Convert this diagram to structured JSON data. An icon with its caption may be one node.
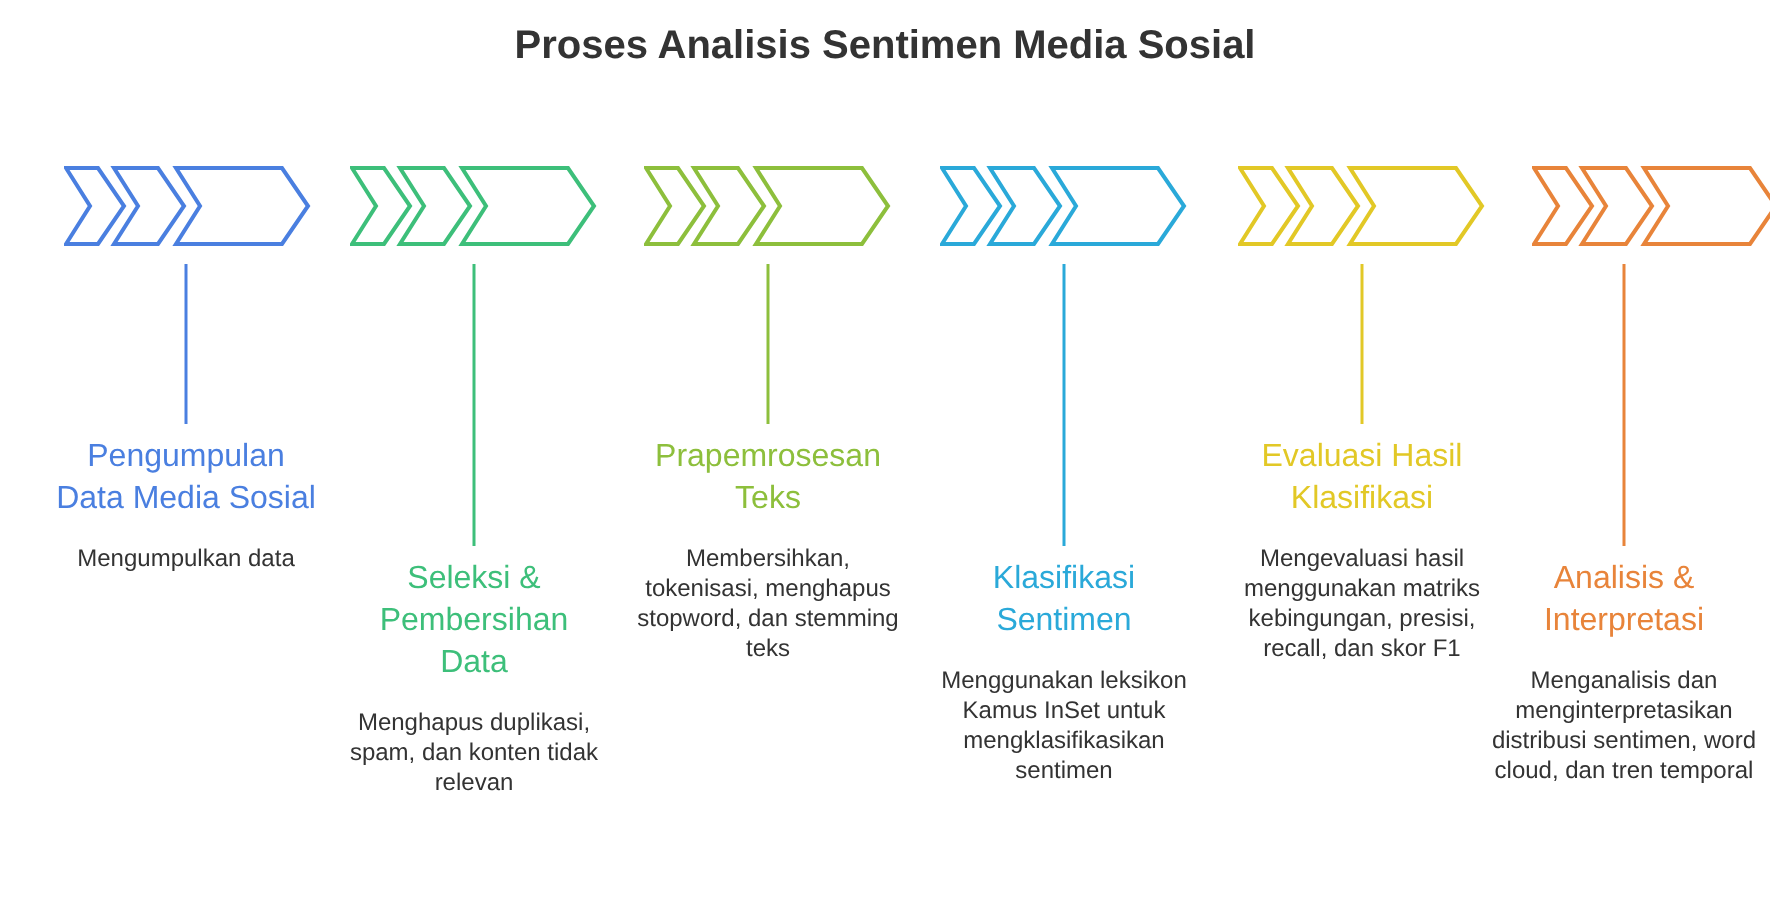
{
  "diagram": {
    "title": "Proses Analisis Sentimen Media Sosial",
    "nodes": [
      {
        "text": [],
        "shape": "arrow"
      },
      {
        "text": [
          "Pengumpulan Data Media Sosial",
          "Mengumpulkan data"
        ]
      },
      {
        "text": [],
        "shape": "arrow"
      },
      {
        "text": [
          "Seleksi & Pembersihan Data",
          "Menghapus duplikasi, spam, dan konten tidak relevan"
        ]
      },
      {
        "text": [],
        "shape": "arrow"
      },
      {
        "text": [
          "Prapemrosesan Teks",
          "Membersihkan, tokenisasi, menghapus stopword, dan stemming teks"
        ]
      },
      {
        "text": [],
        "shape": "arrow"
      },
      {
        "text": [
          "Klasifikasi Sentimen",
          "Menggunakan leksikon Kamus InSet untuk mengklasifikasikan sentimen"
        ]
      },
      {
        "text": [],
        "shape": "arrow"
      },
      {
        "text": [
          "Evaluasi Hasil Klasifikasi",
          "Mengevaluasi hasil menggunakan matriks kebingungan, presisi, recall, dan skor F1"
        ]
      },
      {
        "text": [],
        "shape": "arrow"
      },
      {
        "text": [
          "Analisis & Interpretasi",
          "Menganalisis dan menginterpretasikan distribusi sentimen, word cloud, dan tren temporal"
        ]
      }
    ],
    "edges": [
      {
        "from": 0,
        "to": 1,
        "arrow": "none",
        "color": "#4a7fe0"
      },
      {
        "from": 2,
        "to": 3,
        "arrow": "none",
        "color": "#3dbf7a"
      },
      {
        "from": 4,
        "to": 5,
        "arrow": "none",
        "color": "#8dbf3c"
      },
      {
        "from": 6,
        "to": 7,
        "arrow": "none",
        "color": "#2aa9d9"
      },
      {
        "from": 8,
        "to": 9,
        "arrow": "none",
        "color": "#e2c826"
      },
      {
        "from": 10,
        "to": 11,
        "arrow": "none",
        "color": "#e8843a"
      }
    ]
  }
}
